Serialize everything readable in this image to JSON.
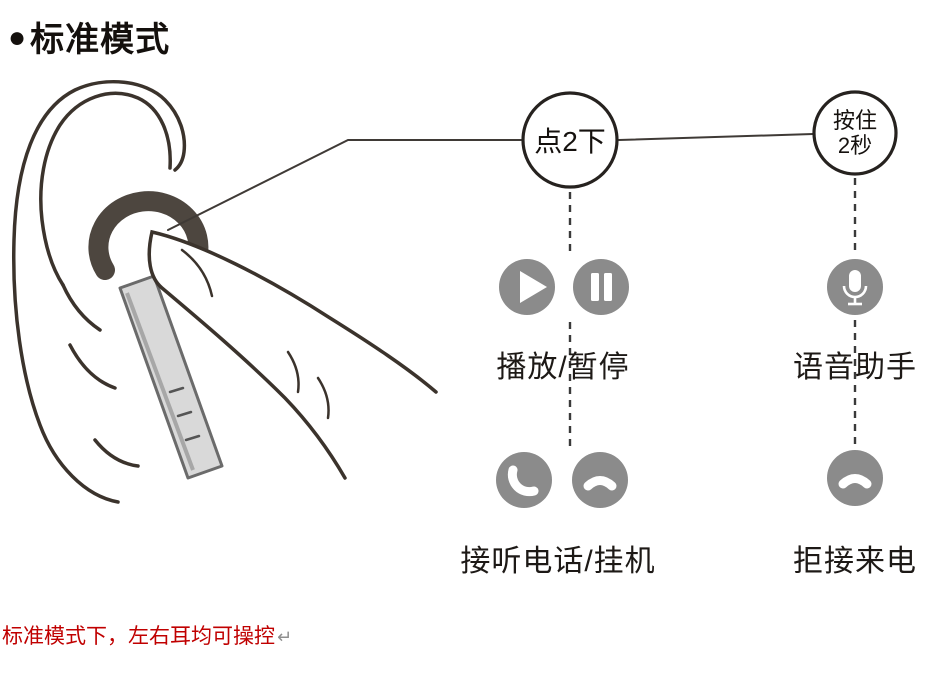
{
  "title": {
    "bullet": "●",
    "text": "标准模式"
  },
  "diagram": {
    "illustration": "finger-tapping-earbud-in-ear",
    "columns": [
      {
        "gesture": "点2下",
        "actions": [
          {
            "icons": [
              "play-icon",
              "pause-icon"
            ],
            "label": "播放/暂停"
          },
          {
            "icons": [
              "call-answer-icon",
              "call-end-icon"
            ],
            "label": "接听电话/挂机"
          }
        ]
      },
      {
        "gesture": "按住2秒",
        "gesture_lines": [
          "按住",
          "2秒"
        ],
        "actions": [
          {
            "icons": [
              "mic-icon"
            ],
            "label": "语音助手"
          },
          {
            "icons": [
              "call-reject-icon"
            ],
            "label": "拒接来电"
          }
        ]
      }
    ]
  },
  "footer": {
    "note": "标准模式下，左右耳均可操控",
    "return_mark": "↵"
  },
  "colors": {
    "icon_gray": "#8b8b8b",
    "line_black": "#332e29",
    "earbud_dark": "#4d463f",
    "earbud_stem_gray": "#d9d9d9",
    "note_red": "#c00000",
    "background": "#ffffff"
  }
}
